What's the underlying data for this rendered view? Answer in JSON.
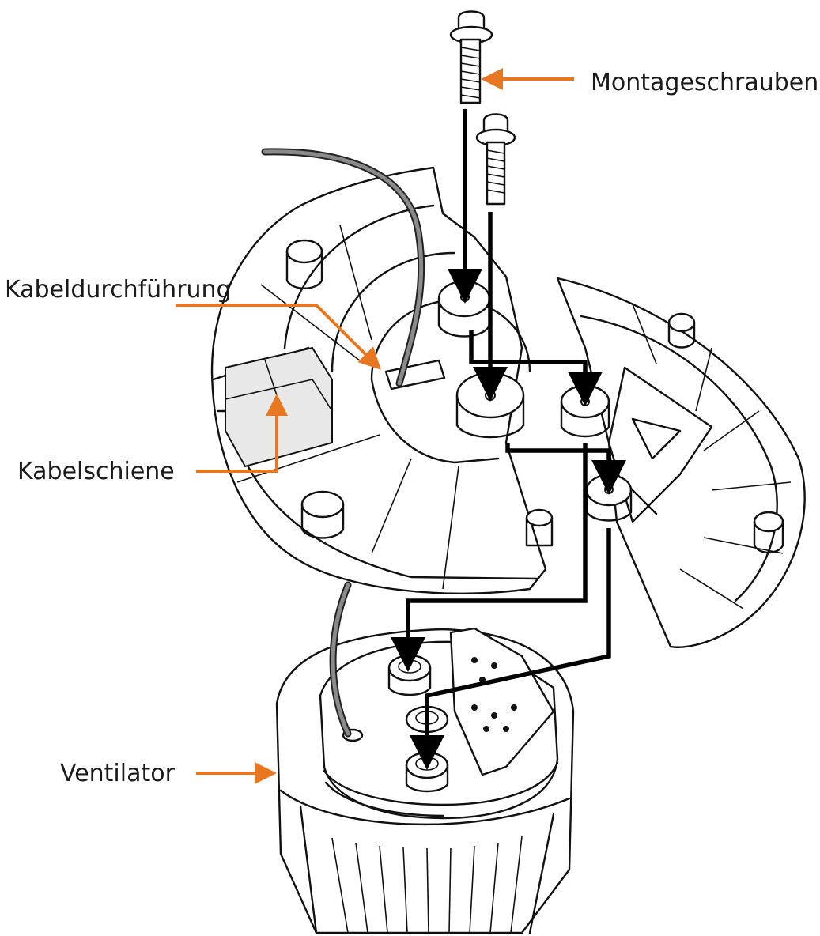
{
  "labels": {
    "mounting_screws": "Montageschrauben",
    "cable_gland": "Kabeldurchführung",
    "cable_rail": "Kabelschiene",
    "fan": "Ventilator"
  },
  "colors": {
    "callout_arrow": "#e87722",
    "line_art": "#111111",
    "cable": "#8a8a8a",
    "background": "#ffffff"
  }
}
